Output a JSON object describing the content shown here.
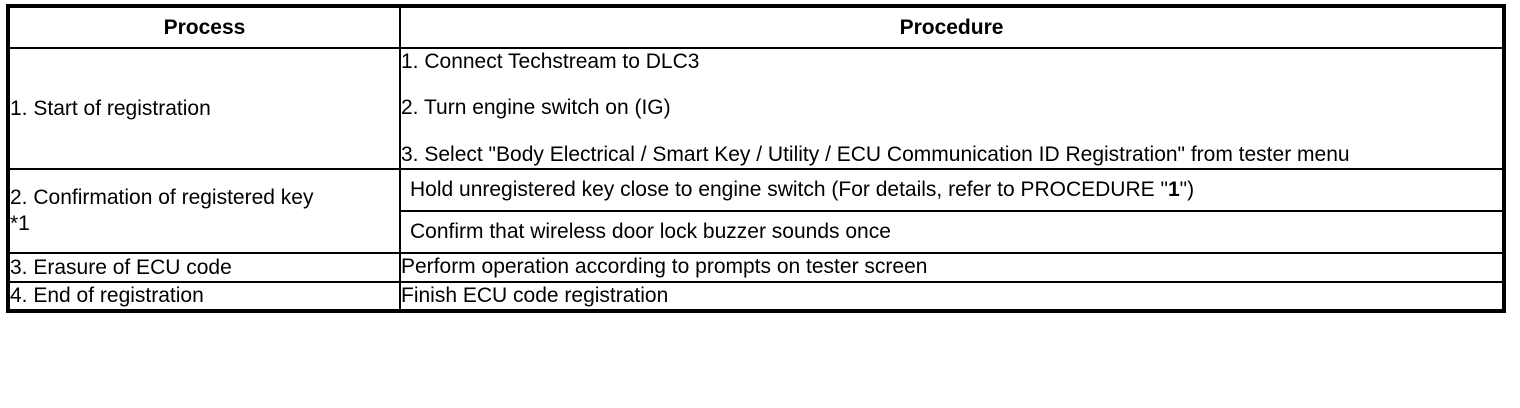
{
  "table": {
    "headers": {
      "process": "Process",
      "procedure": "Procedure"
    },
    "rows": [
      {
        "process": "1. Start of registration",
        "procedures": [
          "1. Connect Techstream to DLC3",
          "2. Turn engine switch on (IG)",
          "3. Select \"Body Electrical / Smart Key / Utility / ECU Communication ID Registration\" from tester menu"
        ]
      },
      {
        "process_line1": "2. Confirmation of registered key",
        "process_line2": "*1",
        "procedure_a_prefix": "Hold unregistered key close to engine switch (For details, refer to PROCEDURE \"",
        "procedure_a_bold": "1",
        "procedure_a_suffix": "\")",
        "procedure_b": "Confirm that wireless door lock buzzer sounds once"
      },
      {
        "process": "3. Erasure of ECU code",
        "procedure": "Perform operation according to prompts on tester screen"
      },
      {
        "process": "4. End of registration",
        "procedure": "Finish ECU code registration"
      }
    ]
  },
  "colors": {
    "border": "#000000",
    "text": "#000000",
    "background": "#ffffff"
  }
}
